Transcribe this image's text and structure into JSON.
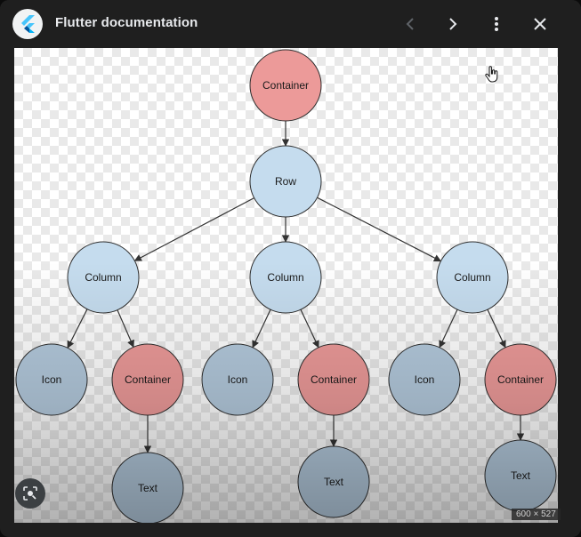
{
  "window": {
    "title": "Flutter documentation"
  },
  "image": {
    "dimensions_label": "600 × 527"
  },
  "icons": {
    "app": "flutter-logo-icon",
    "back": "chevron-left-icon",
    "forward": "chevron-right-icon",
    "menu": "more-vert-icon",
    "close": "close-icon",
    "lens": "lens-search-icon",
    "cursor": "hand-pointer-icon"
  },
  "colors": {
    "container_node": "#ec9a99",
    "layout_node": "#c5dcee",
    "leaf_node": "#b3c9dc",
    "edge": "#333333"
  },
  "diagram": {
    "nodes": [
      {
        "id": "root",
        "label": "Container",
        "kind": "container"
      },
      {
        "id": "row",
        "label": "Row",
        "kind": "layout"
      },
      {
        "id": "col1",
        "label": "Column",
        "kind": "layout"
      },
      {
        "id": "col2",
        "label": "Column",
        "kind": "layout"
      },
      {
        "id": "col3",
        "label": "Column",
        "kind": "layout"
      },
      {
        "id": "icon1",
        "label": "Icon",
        "kind": "leaf"
      },
      {
        "id": "cont1",
        "label": "Container",
        "kind": "container"
      },
      {
        "id": "icon2",
        "label": "Icon",
        "kind": "leaf"
      },
      {
        "id": "cont2",
        "label": "Container",
        "kind": "container"
      },
      {
        "id": "icon3",
        "label": "Icon",
        "kind": "leaf"
      },
      {
        "id": "cont3",
        "label": "Container",
        "kind": "container"
      },
      {
        "id": "text1",
        "label": "Text",
        "kind": "leaf"
      },
      {
        "id": "text2",
        "label": "Text",
        "kind": "leaf"
      },
      {
        "id": "text3",
        "label": "Text",
        "kind": "leaf"
      }
    ],
    "edges": [
      [
        "root",
        "row"
      ],
      [
        "row",
        "col1"
      ],
      [
        "row",
        "col2"
      ],
      [
        "row",
        "col3"
      ],
      [
        "col1",
        "icon1"
      ],
      [
        "col1",
        "cont1"
      ],
      [
        "col2",
        "icon2"
      ],
      [
        "col2",
        "cont2"
      ],
      [
        "col3",
        "icon3"
      ],
      [
        "col3",
        "cont3"
      ],
      [
        "cont1",
        "text1"
      ],
      [
        "cont2",
        "text2"
      ],
      [
        "cont3",
        "text3"
      ]
    ]
  }
}
